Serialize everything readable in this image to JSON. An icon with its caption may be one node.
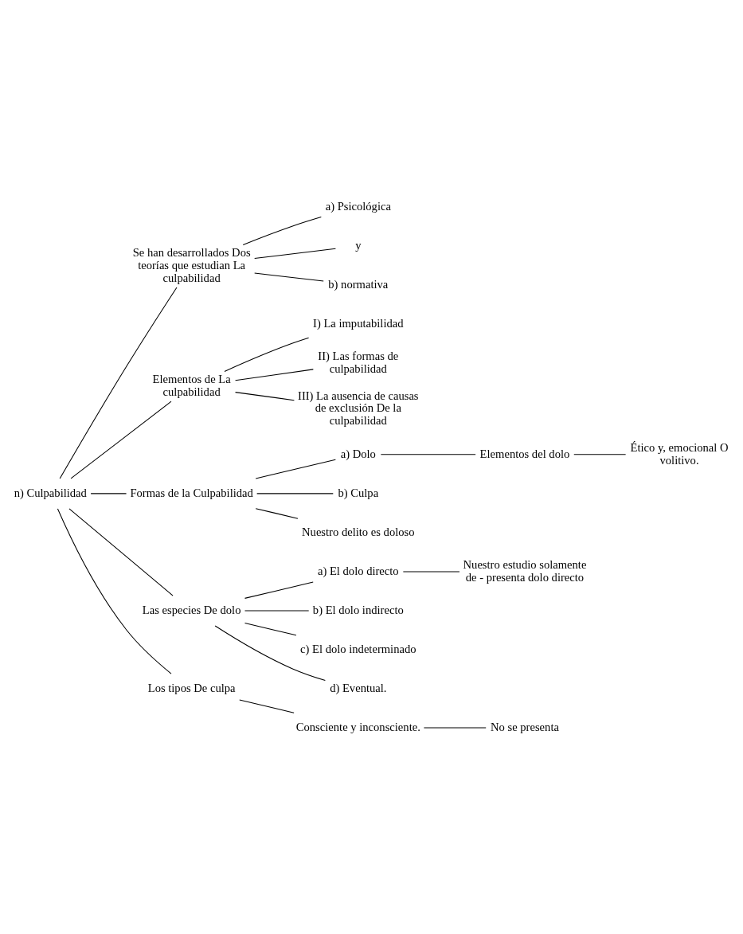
{
  "diagram": {
    "nodes": [
      {
        "text": [
          "n) Culpabilidad"
        ]
      },
      {
        "text": [
          "Se han desarrollados Dos teorías que estudian La culpabilidad"
        ]
      },
      {
        "text": [
          "a) Psicológica"
        ]
      },
      {
        "text": [
          "y"
        ]
      },
      {
        "text": [
          "b) normativa"
        ]
      },
      {
        "text": [
          "Elementos de La culpabilidad"
        ]
      },
      {
        "text": [
          "I) La imputabilidad"
        ]
      },
      {
        "text": [
          "II) Las formas de culpabilidad"
        ]
      },
      {
        "text": [
          "III) La ausencia de causas de exclusión De la culpabilidad"
        ]
      },
      {
        "text": [
          "Formas de la Culpabilidad"
        ]
      },
      {
        "text": [
          "a) Dolo"
        ]
      },
      {
        "text": [
          "Elementos del dolo"
        ]
      },
      {
        "text": [
          "Ético y, emocional O volitivo."
        ]
      },
      {
        "text": [
          "b) Culpa"
        ]
      },
      {
        "text": [
          "Nuestro delito es doloso"
        ]
      },
      {
        "text": [
          "Las especies De dolo"
        ]
      },
      {
        "text": [
          "a) El dolo directo"
        ]
      },
      {
        "text": [
          "Nuestro estudio solamente de - presenta dolo directo"
        ]
      },
      {
        "text": [
          "b) El dolo indirecto"
        ]
      },
      {
        "text": [
          "c) El dolo indeterminado"
        ]
      },
      {
        "text": [
          "d) Eventual."
        ]
      },
      {
        "text": [
          "Los tipos De culpa"
        ]
      },
      {
        "text": [
          "Consciente y inconsciente."
        ]
      },
      {
        "text": [
          "No se presenta"
        ]
      }
    ],
    "edges": [
      {
        "from": 0,
        "to": 1,
        "arrow": "none"
      },
      {
        "from": 0,
        "to": 5,
        "arrow": "none"
      },
      {
        "from": 0,
        "to": 9,
        "arrow": "none"
      },
      {
        "from": 0,
        "to": 15,
        "arrow": "none"
      },
      {
        "from": 0,
        "to": 21,
        "arrow": "none"
      },
      {
        "from": 1,
        "to": 2,
        "arrow": "none"
      },
      {
        "from": 1,
        "to": 3,
        "arrow": "none"
      },
      {
        "from": 1,
        "to": 4,
        "arrow": "none"
      },
      {
        "from": 5,
        "to": 6,
        "arrow": "none"
      },
      {
        "from": 5,
        "to": 7,
        "arrow": "none"
      },
      {
        "from": 5,
        "to": 8,
        "arrow": "none"
      },
      {
        "from": 9,
        "to": 10,
        "arrow": "none"
      },
      {
        "from": 9,
        "to": 13,
        "arrow": "none"
      },
      {
        "from": 9,
        "to": 14,
        "arrow": "none"
      },
      {
        "from": 10,
        "to": 11,
        "arrow": "none"
      },
      {
        "from": 11,
        "to": 12,
        "arrow": "none"
      },
      {
        "from": 15,
        "to": 16,
        "arrow": "none"
      },
      {
        "from": 15,
        "to": 18,
        "arrow": "none"
      },
      {
        "from": 15,
        "to": 19,
        "arrow": "none"
      },
      {
        "from": 15,
        "to": 20,
        "arrow": "none"
      },
      {
        "from": 16,
        "to": 17,
        "arrow": "none"
      },
      {
        "from": 21,
        "to": 22,
        "arrow": "none"
      },
      {
        "from": 22,
        "to": 23,
        "arrow": "none"
      }
    ]
  }
}
